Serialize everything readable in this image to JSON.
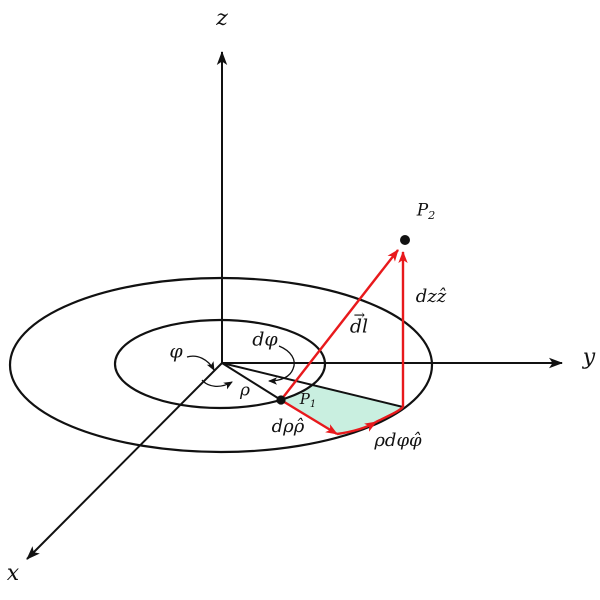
{
  "colors": {
    "ink": "#111111",
    "vector_red": "#e8191c",
    "area_fill": "#c9efe0",
    "background": "#ffffff"
  },
  "axes": {
    "x": "x",
    "y": "y",
    "z": "z"
  },
  "angles": {
    "phi": "φ",
    "dphi": "dφ"
  },
  "radius": {
    "rho": "ρ"
  },
  "points": {
    "p1": {
      "base": "P",
      "sub": "1"
    },
    "p2": {
      "base": "P",
      "sub": "2"
    }
  },
  "vectors": {
    "dl": {
      "arrow": "→",
      "base": "dl"
    },
    "drho": "dρρ̂",
    "rhodphi": "ρdφφ̂",
    "dz": "dzẑ"
  }
}
